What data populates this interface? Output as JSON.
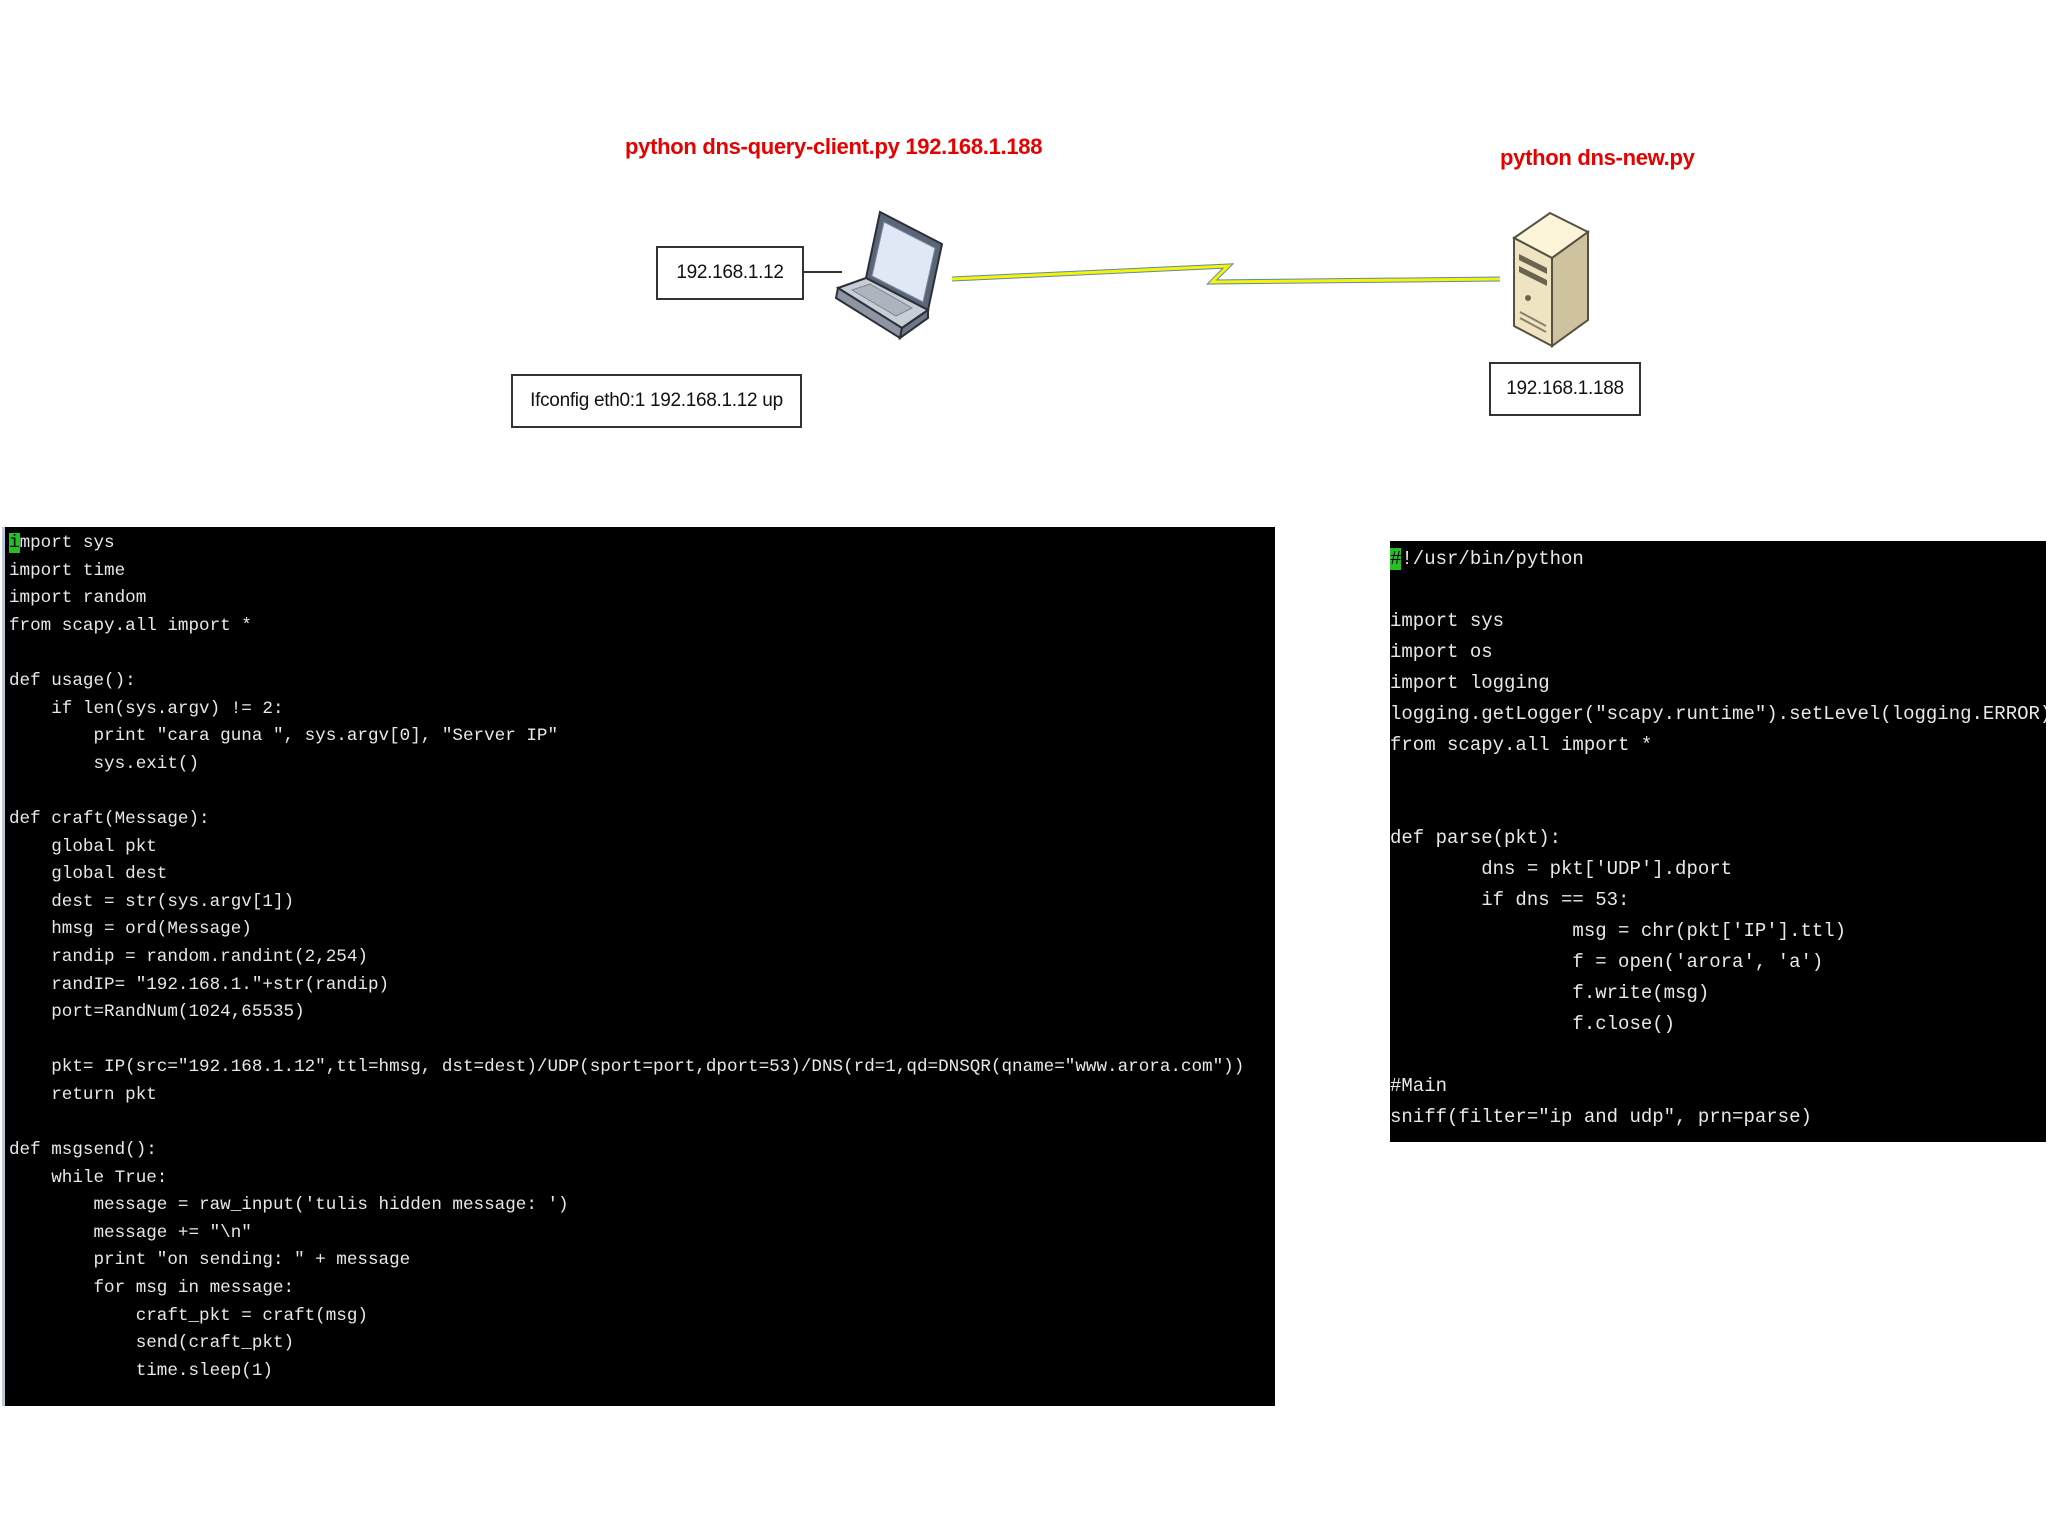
{
  "client": {
    "command": "python dns-query-client.py 192.168.1.188",
    "ip_label": "192.168.1.12",
    "alias_label": "Ifconfig eth0:1 192.168.1.12 up",
    "terminal_lines": [
      "import sys",
      "import time",
      "import random",
      "from scapy.all import *",
      "",
      "def usage():",
      "    if len(sys.argv) != 2:",
      "        print \"cara guna \", sys.argv[0], \"Server IP\"",
      "        sys.exit()",
      "",
      "def craft(Message):",
      "    global pkt",
      "    global dest",
      "    dest = str(sys.argv[1])",
      "    hmsg = ord(Message)",
      "    randip = random.randint(2,254)",
      "    randIP= \"192.168.1.\"+str(randip)",
      "    port=RandNum(1024,65535)",
      "",
      "    pkt= IP(src=\"192.168.1.12\",ttl=hmsg, dst=dest)/UDP(sport=port,dport=53)/DNS(rd=1,qd=DNSQR(qname=\"www.arora.com\"))",
      "    return pkt",
      "",
      "def msgsend():",
      "    while True:",
      "        message = raw_input('tulis hidden message: ')",
      "        message += \"\\n\"",
      "        print \"on sending: \" + message",
      "        for msg in message:",
      "            craft_pkt = craft(msg)",
      "            send(craft_pkt)",
      "            time.sleep(1)"
    ]
  },
  "server": {
    "command": "python dns-new.py",
    "ip_label": "192.168.1.188",
    "terminal_lines": [
      "#!/usr/bin/python",
      "",
      "import sys",
      "import os",
      "import logging",
      "logging.getLogger(\"scapy.runtime\").setLevel(logging.ERROR)",
      "from scapy.all import *",
      "",
      "",
      "def parse(pkt):",
      "        dns = pkt['UDP'].dport",
      "        if dns == 53:",
      "                msg = chr(pkt['IP'].ttl)",
      "                f = open('arora', 'a')",
      "                f.write(msg)",
      "                f.close()",
      "",
      "#Main",
      "sniff(filter=\"ip and udp\", prn=parse)"
    ]
  },
  "icons": {
    "client": "laptop-icon",
    "server": "server-tower-icon",
    "link": "lightning-link-icon"
  },
  "colors": {
    "command_text": "#e60000",
    "terminal_bg": "#000000",
    "terminal_text": "#e8e8e8",
    "cursor": "#22c022",
    "lightning": "#f5f500",
    "link_line": "#5f87b8"
  }
}
